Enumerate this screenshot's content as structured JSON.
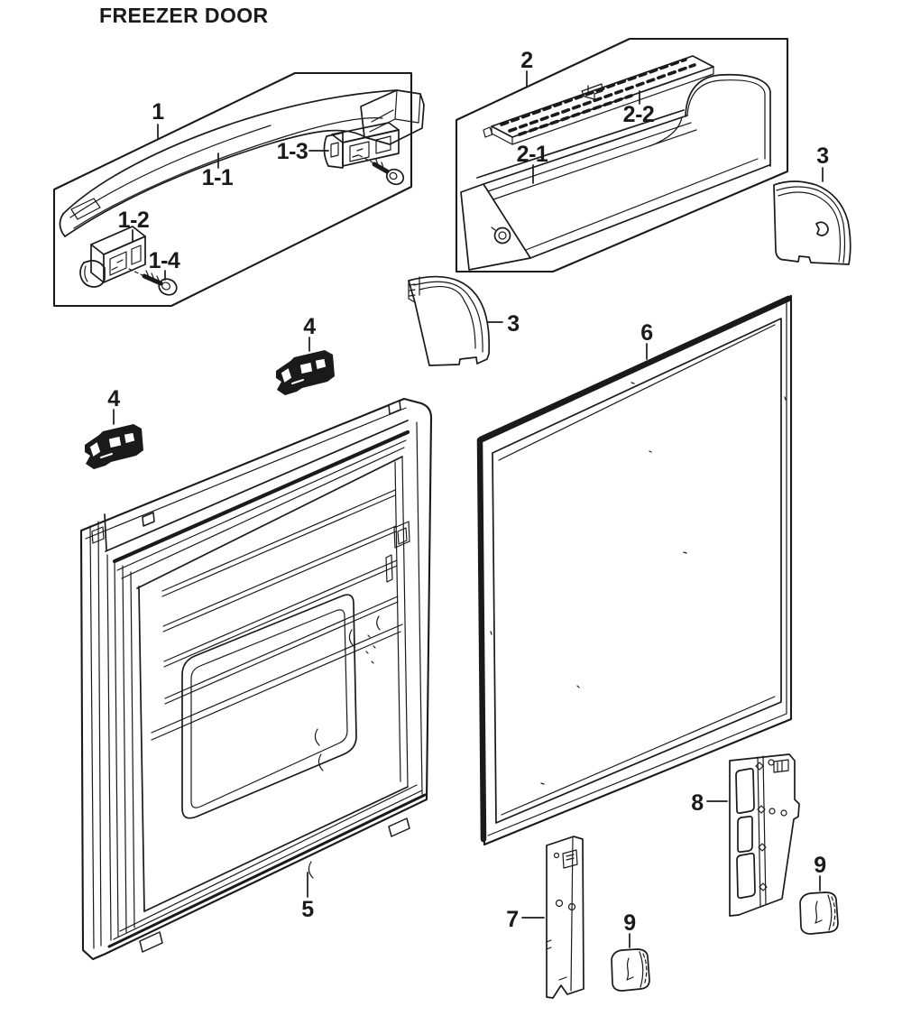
{
  "title": "FREEZER DOOR",
  "colors": {
    "line": "#1a1a1a",
    "background": "#ffffff"
  },
  "labels": {
    "part1": "1",
    "part1_1": "1-1",
    "part1_2": "1-2",
    "part1_3": "1-3",
    "part1_4": "1-4",
    "part2": "2",
    "part2_1": "2-1",
    "part2_2": "2-2",
    "part3": "3",
    "part4": "4",
    "part5": "5",
    "part6": "6",
    "part7": "7",
    "part8": "8",
    "part9": "9"
  }
}
